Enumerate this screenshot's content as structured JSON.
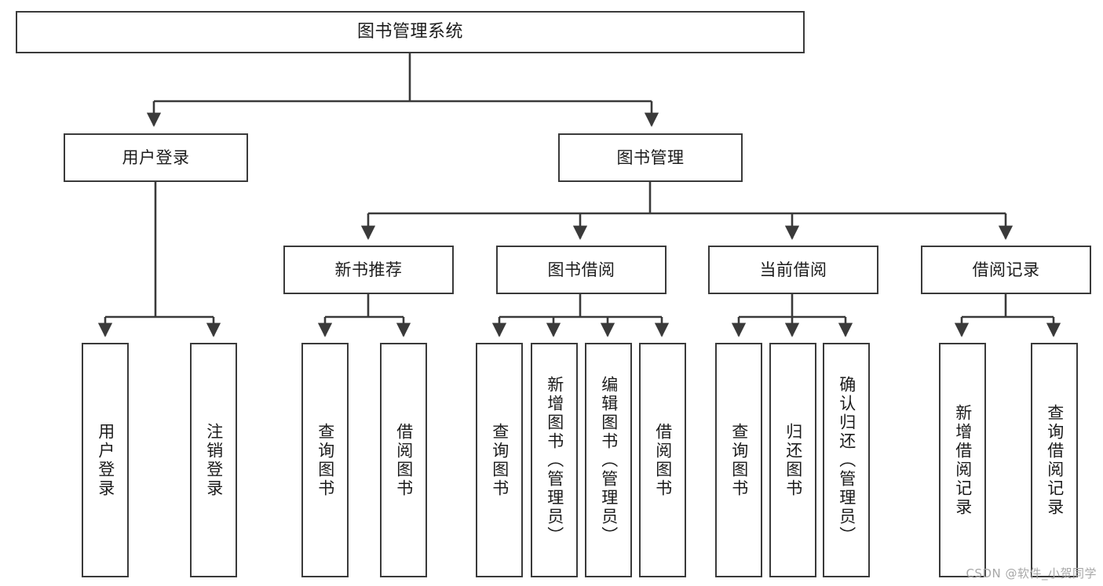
{
  "diagram": {
    "type": "tree",
    "title": "图书管理系统",
    "stroke_color": "#3a3a3a",
    "background_color": "#ffffff",
    "text_color": "#1c1c1c",
    "root": {
      "label": "图书管理系统"
    },
    "level1": [
      {
        "label": "用户登录"
      },
      {
        "label": "图书管理"
      }
    ],
    "level2": [
      {
        "label": "新书推荐"
      },
      {
        "label": "图书借阅"
      },
      {
        "label": "当前借阅"
      },
      {
        "label": "借阅记录"
      }
    ],
    "leaves": {
      "user_login": [
        {
          "label": "用户登录"
        },
        {
          "label": "注销登录"
        }
      ],
      "new_book_recommend": [
        {
          "label": "查询图书"
        },
        {
          "label": "借阅图书"
        }
      ],
      "book_borrow": [
        {
          "label": "查询图书"
        },
        {
          "label": "新增图书（管理员）"
        },
        {
          "label": "编辑图书（管理员）"
        },
        {
          "label": "借阅图书"
        }
      ],
      "current_borrow": [
        {
          "label": "查询图书"
        },
        {
          "label": "归还图书"
        },
        {
          "label": "确认归还（管理员）"
        }
      ],
      "borrow_record": [
        {
          "label": "新增借阅记录"
        },
        {
          "label": "查询借阅记录"
        }
      ]
    }
  },
  "watermark": {
    "text": "CSDN @软件_小贺同学"
  }
}
